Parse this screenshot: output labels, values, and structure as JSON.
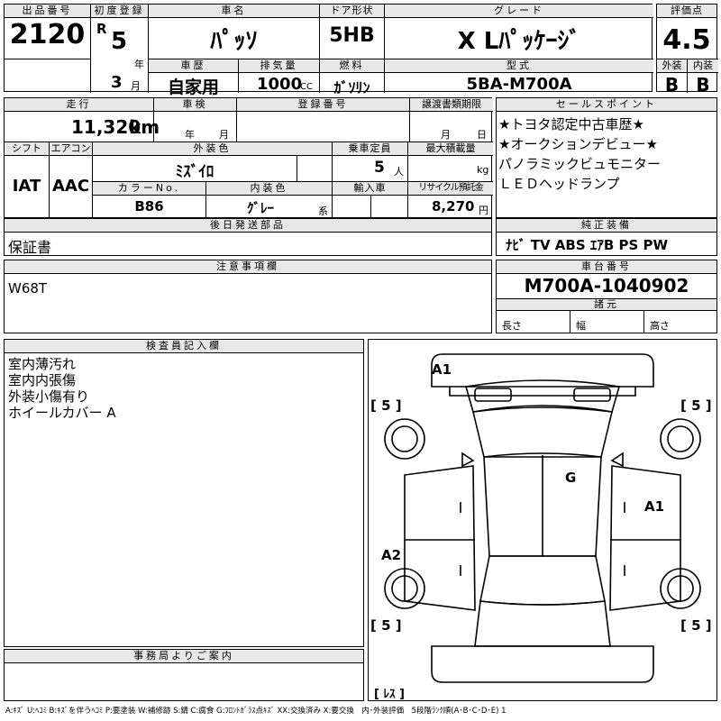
{
  "row1": {
    "lot_label": "出品番号",
    "lot_value": "2120",
    "first_reg_label": "初度登録",
    "era": "R",
    "year": "5",
    "year_unit": "年",
    "month": "3",
    "month_unit": "月",
    "car_name_label": "車名",
    "car_name": "ﾊﾟｯｿ",
    "door_label": "ドア形状",
    "door": "5HB",
    "grade_label": "グレード",
    "grade": "X Lﾊﾟｯｹｰｼﾞ",
    "score_label": "評価点",
    "score": "4.5",
    "history_label": "車歴",
    "history": "自家用",
    "displacement_label": "排気量",
    "displacement": "1000",
    "displacement_unit": "CC",
    "fuel_label": "燃料",
    "fuel": "ｶﾞｿﾘﾝ",
    "model_label": "型式",
    "model": "5BA-M700A",
    "exterior_label": "外装",
    "exterior": "B",
    "interior_label": "内装",
    "interior": "B"
  },
  "row2": {
    "mileage_label": "走行",
    "mileage": "11,320",
    "mileage_unit": "km",
    "inspection_label": "車検",
    "inspection_year_unit": "年",
    "inspection_month_unit": "月",
    "regno_label": "登録番号",
    "transfer_label": "譲渡書類期限",
    "transfer_month_unit": "月",
    "transfer_day_unit": "日",
    "shift_label": "シフト",
    "shift": "IAT",
    "ac_label": "エアコン",
    "ac": "AAC",
    "ext_color_label": "外装色",
    "ext_color": "ﾐｽﾞｲﾛ",
    "capacity_label": "乗車定員",
    "capacity": "5",
    "capacity_unit": "人",
    "payload_label": "最大積載量",
    "payload_unit": "kg",
    "color_no_label": "カラーNo.",
    "color_no": "B86",
    "int_color_label": "内装色",
    "int_color": "ｸﾞﾚｰ",
    "int_color_unit": "系",
    "import_label": "輸入車",
    "recycle_label": "リサイクル預託金",
    "recycle": "8,270",
    "recycle_unit": "円"
  },
  "sales": {
    "label": "セールスポイント",
    "lines": [
      "★トヨタ認定中古車歴★",
      "★オークションデビュー★",
      "パノラミックビュモニター",
      "ＬＥＤヘッドランプ"
    ]
  },
  "later_parts": {
    "label": "後日発送部品",
    "value": "保証書"
  },
  "equipment": {
    "label": "純正装備",
    "value": "ﾅﾋﾞ TV ABS ｴｱB PS PW"
  },
  "notes": {
    "label": "注意事項欄",
    "value": "W68T"
  },
  "chassis": {
    "label": "車台番号",
    "value": "M700A-1040902"
  },
  "specs": {
    "label": "諸元",
    "length": "長さ",
    "width": "幅",
    "height": "高さ"
  },
  "inspector": {
    "label": "検査員記入欄",
    "lines": [
      "室内薄汚れ",
      "室内内張傷",
      "外装小傷有り",
      "ホイールカバー A"
    ]
  },
  "office": {
    "label": "事務局よりご案内"
  },
  "diagram": {
    "marks": {
      "front_left": "A1",
      "center": "G",
      "right_side": "A1",
      "left_rear": "A2"
    },
    "tire_fl": "5",
    "tire_fr": "5",
    "tire_rl": "5",
    "tire_rr": "5",
    "spare": "ﾚｽ"
  },
  "legend": "A:ｷｽﾞ U:ﾍｺﾐ B:ｷｽﾞを伴うﾍｺﾐ P:要塗装 W:補修跡 S:錆 C:腐食 G:ﾌﾛﾝﾄｶﾞﾗｽ点ｷｽﾞ XX:交換済み X:要交換　内･外装評価　5段階ﾗﾝｸ順(A･B･C･D･E) 1"
}
